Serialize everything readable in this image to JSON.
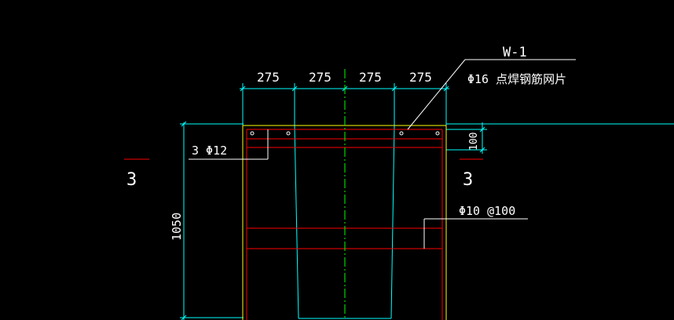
{
  "drawing": {
    "dimensions_top": [
      "275",
      "275",
      "275",
      "275"
    ],
    "dimension_height": "1050",
    "dimension_cover": "100",
    "mark_label": "W-1",
    "mesh_note": "Φ16 点焊钢筋网片",
    "top_bar_note": "3 Φ12",
    "stirrup_note": "Φ10 @100",
    "section_left": "3",
    "section_right": "3",
    "colors": {
      "background": "#000000",
      "dimension": "#00ffff",
      "rebar": "#ff0000",
      "outline": "#ffff00",
      "centerline": "#00ff00",
      "text": "#ffffff"
    }
  }
}
